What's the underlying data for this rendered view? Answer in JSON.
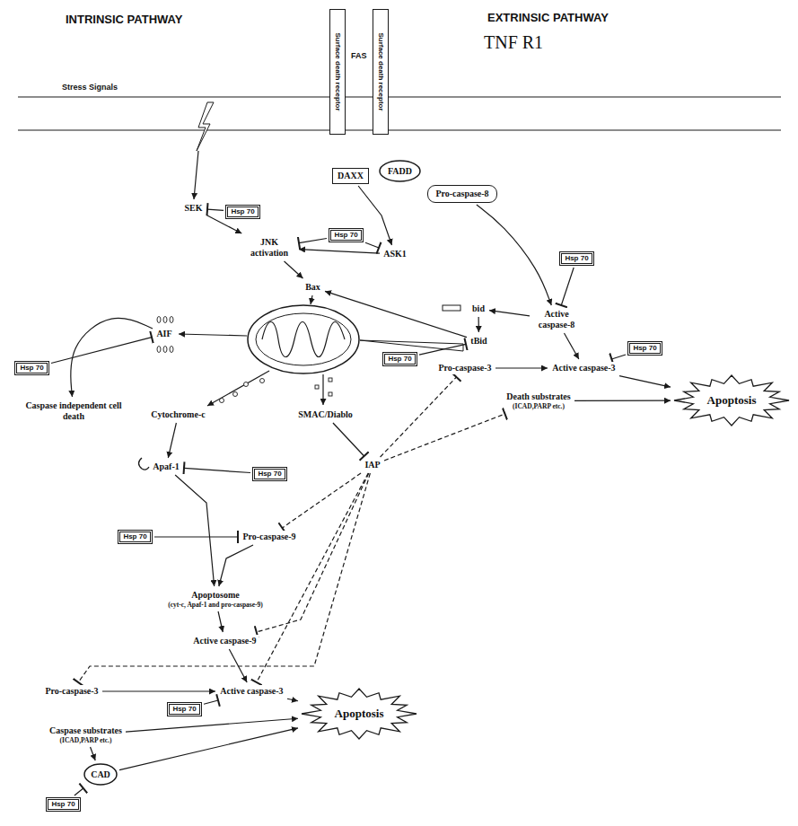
{
  "diagram": {
    "nodes": [
      {
        "text": [
          "Surface death receptor"
        ]
      },
      {
        "text": [
          "Surface death receptor"
        ]
      },
      {
        "text": [
          "DAXX"
        ]
      },
      {
        "text": [
          "FADD"
        ]
      },
      {
        "text": [
          "Pro-caspase-8"
        ]
      },
      {
        "text": [
          "SEK"
        ]
      },
      {
        "text": [
          "Hsp 70"
        ]
      },
      {
        "text": [
          "Hsp 70"
        ]
      },
      {
        "text": [
          "JNK activation"
        ]
      },
      {
        "text": [
          "ASK1"
        ]
      },
      {
        "text": [
          "Hsp 70"
        ]
      },
      {
        "text": [
          "Bax"
        ]
      },
      {
        "text": [
          "bid"
        ]
      },
      {
        "text": [
          "Active caspase-8"
        ]
      },
      {
        "text": [
          "AIF"
        ]
      },
      {
        "text": [
          "tBid"
        ]
      },
      {
        "text": [
          "Hsp 70"
        ]
      },
      {
        "text": [
          "Pro-caspase-3"
        ]
      },
      {
        "text": [
          "Active caspase-3"
        ]
      },
      {
        "text": [
          "Hsp 70"
        ]
      },
      {
        "text": [
          "Hsp 70"
        ]
      },
      {
        "text": [
          "Death substrates",
          "(ICAD,PARP etc.)"
        ]
      },
      {
        "text": [
          "Apoptosis"
        ]
      },
      {
        "text": [
          "Caspase independent cell death"
        ]
      },
      {
        "text": [
          "Cytochrome-c"
        ]
      },
      {
        "text": [
          "SMAC/Diablo"
        ]
      },
      {
        "text": [
          "IAP"
        ]
      },
      {
        "text": [
          "Apaf-1"
        ]
      },
      {
        "text": [
          "Hsp 70"
        ]
      },
      {
        "text": [
          "Pro-caspase-9"
        ]
      },
      {
        "text": [
          "Hsp 70"
        ]
      },
      {
        "text": [
          "Apoptosome",
          "(cyt-c, Apaf-1 and pro-caspase-9)"
        ]
      },
      {
        "text": [
          "Active caspase-9"
        ]
      },
      {
        "text": [
          "Pro-caspase-3"
        ]
      },
      {
        "text": [
          "Active caspase-3"
        ]
      },
      {
        "text": [
          "Hsp 70"
        ]
      },
      {
        "text": [
          "Apoptosis"
        ]
      },
      {
        "text": [
          "Caspase substrates",
          "(ICAD,PARP etc.)"
        ]
      },
      {
        "text": [
          "CAD"
        ]
      },
      {
        "text": [
          "Hsp 70"
        ]
      }
    ],
    "edges": [
      {
        "from": 5,
        "to": 8,
        "arrow": "to"
      },
      {
        "from": 6,
        "to": 5,
        "arrow": "to"
      },
      {
        "from": 2,
        "to": 9,
        "arrow": "to"
      },
      {
        "from": 7,
        "to": 9,
        "arrow": "to"
      },
      {
        "from": 9,
        "to": 8,
        "arrow": "to"
      },
      {
        "from": 7,
        "to": 8,
        "arrow": "to"
      },
      {
        "from": 8,
        "to": 11,
        "arrow": "to"
      },
      {
        "from": 4,
        "to": 13,
        "arrow": "to"
      },
      {
        "from": 10,
        "to": 13,
        "arrow": "to"
      },
      {
        "from": 13,
        "to": 12,
        "arrow": "to"
      },
      {
        "from": 12,
        "to": 15,
        "arrow": "to"
      },
      {
        "from": 16,
        "to": 15,
        "arrow": "to"
      },
      {
        "from": 15,
        "to": 11,
        "arrow": "to"
      },
      {
        "from": 13,
        "to": 18,
        "arrow": "to"
      },
      {
        "from": 17,
        "to": 18,
        "arrow": "to"
      },
      {
        "from": 18,
        "to": 22,
        "arrow": "to"
      },
      {
        "from": 20,
        "to": 18,
        "arrow": "to"
      },
      {
        "from": 21,
        "to": 22,
        "arrow": "to"
      },
      {
        "from": 14,
        "to": 23,
        "arrow": "to"
      },
      {
        "from": 19,
        "to": 14,
        "arrow": "to"
      },
      {
        "from": 24,
        "to": 27,
        "arrow": "to"
      },
      {
        "from": 28,
        "to": 27,
        "arrow": "to"
      },
      {
        "from": 25,
        "to": 26,
        "arrow": "to"
      },
      {
        "from": 26,
        "to": 17,
        "arrow": "to"
      },
      {
        "from": 26,
        "to": 21,
        "arrow": "to"
      },
      {
        "from": 26,
        "to": 29,
        "arrow": "to"
      },
      {
        "from": 26,
        "to": 32,
        "arrow": "to"
      },
      {
        "from": 26,
        "to": 34,
        "arrow": "to"
      },
      {
        "from": 26,
        "to": 33,
        "arrow": "to"
      },
      {
        "from": 27,
        "to": 31,
        "arrow": "to"
      },
      {
        "from": 29,
        "to": 31,
        "arrow": "to"
      },
      {
        "from": 30,
        "to": 29,
        "arrow": "to"
      },
      {
        "from": 31,
        "to": 32,
        "arrow": "to"
      },
      {
        "from": 32,
        "to": 34,
        "arrow": "to"
      },
      {
        "from": 33,
        "to": 34,
        "arrow": "to"
      },
      {
        "from": 34,
        "to": 36,
        "arrow": "to"
      },
      {
        "from": 35,
        "to": 34,
        "arrow": "to"
      },
      {
        "from": 37,
        "to": 36,
        "arrow": "to"
      },
      {
        "from": 37,
        "to": 38,
        "arrow": "to"
      },
      {
        "from": 38,
        "to": 36,
        "arrow": "to"
      },
      {
        "from": 39,
        "to": 38,
        "arrow": "to"
      }
    ],
    "labels": [
      "INTRINSIC PATHWAY",
      "EXTRINSIC PATHWAY",
      "TNF R1",
      "FAS",
      "Stress Signals"
    ]
  }
}
